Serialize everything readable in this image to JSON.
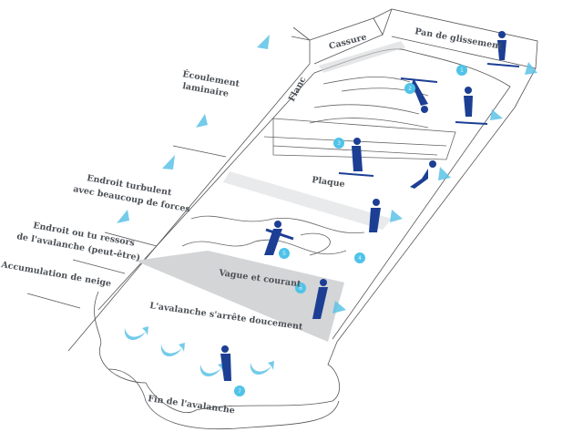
{
  "title": "Avalanche anatomy",
  "labels": {
    "cassure": "Cassure",
    "pan": "Pan de glissement",
    "flanc": "Flanc",
    "ecoulement_1": "Écoulement",
    "ecoulement_2": "laminaire",
    "turbulent_1": "Endroit turbulent",
    "turbulent_2": "avec beaucoup de forces",
    "ressors_1": "Endroit ou tu ressors",
    "ressors_2": "de l'avalanche (peut-être)",
    "accumulation": "Accumulation de neige",
    "plaque": "Plaque",
    "vague": "Vague et courant",
    "arrete": "L'avalanche s'arrête doucement",
    "fin": "Fin de l'avalanche"
  },
  "markers": [
    "1",
    "2",
    "3",
    "4",
    "5",
    "6",
    "7"
  ],
  "colors": {
    "skier": "#1c3f94",
    "accent": "#4fc3e8",
    "stripe": "#d3d5d7",
    "text": "#4a4f55"
  }
}
